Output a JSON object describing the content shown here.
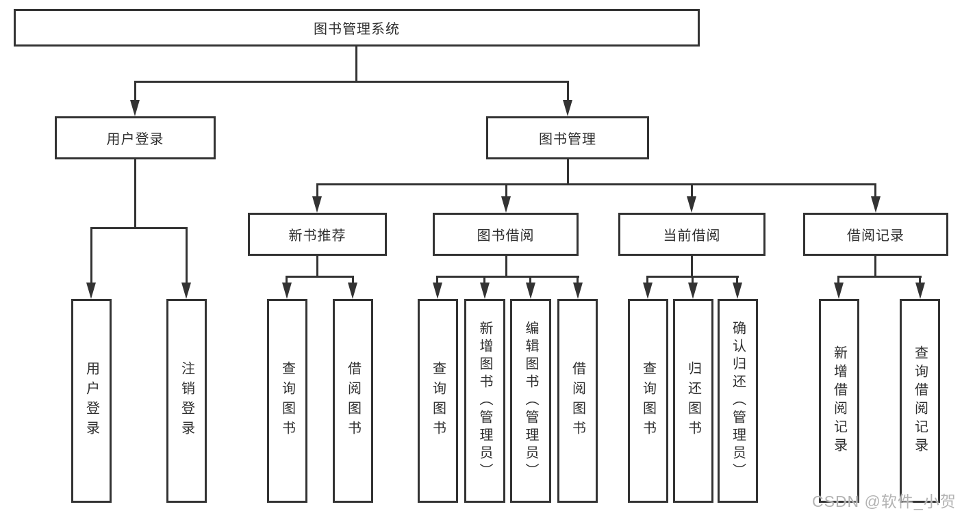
{
  "colors": {
    "line": "#333333",
    "text": "#2f2f2f",
    "background": "#ffffff",
    "watermark": "#b3b3b3"
  },
  "tree": {
    "root": "图书管理系统",
    "branches": [
      {
        "label": "用户登录",
        "children": [
          "用户登录",
          "注销登录"
        ]
      },
      {
        "label": "图书管理",
        "sections": [
          {
            "label": "新书推荐",
            "children": [
              "查询图书",
              "借阅图书"
            ]
          },
          {
            "label": "图书借阅",
            "children": [
              "查询图书",
              "新增图书（管理员）",
              "编辑图书（管理员）",
              "借阅图书"
            ]
          },
          {
            "label": "当前借阅",
            "children": [
              "查询图书",
              "归还图书",
              "确认归还（管理员）"
            ]
          },
          {
            "label": "借阅记录",
            "children": [
              "新增借阅记录",
              "查询借阅记录"
            ]
          }
        ]
      }
    ]
  },
  "watermark": {
    "text": "CSDN @软件_小贺同学"
  }
}
